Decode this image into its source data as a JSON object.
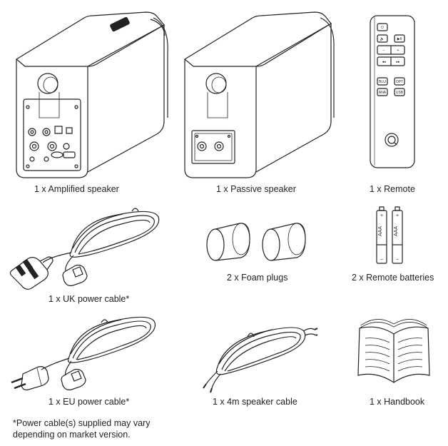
{
  "items": {
    "amplified_speaker": "1 x Amplified speaker",
    "passive_speaker": "1 x Passive speaker",
    "remote": "1 x Remote",
    "uk_power_cable": "1 x UK power cable*",
    "foam_plugs": "2 x Foam plugs",
    "remote_batteries": "2 x Remote batteries",
    "eu_power_cable": "1 x EU power cable*",
    "speaker_cable": "1 x 4m speaker cable",
    "handbook": "1 x Handbook"
  },
  "remote_buttons": [
    "⏻",
    "🔈",
    "▶II",
    "−",
    "+",
    "◂◂",
    "▸▸",
    "BLU",
    "OPT",
    "ANA",
    "USB"
  ],
  "battery_label": "AAA",
  "footnote": {
    "line1": "*Power cable(s) supplied may vary",
    "line2": "depending on market version."
  }
}
